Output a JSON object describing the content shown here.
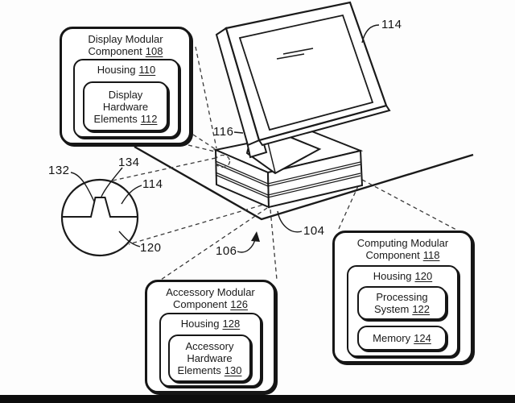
{
  "colors": {
    "ink": "#1a1a1a",
    "background": "#fdfdfd"
  },
  "labels": {
    "monitor_ref": "114",
    "hinge_ref": "116",
    "base_ref": "104",
    "device_ref": "106",
    "detail_left_ref": "132",
    "detail_top_ref": "134",
    "detail_upper_ref": "114",
    "detail_lower_ref": "120"
  },
  "callouts": {
    "display": {
      "title": [
        "Display Modular",
        "Component"
      ],
      "title_ref": "108",
      "housing_label": "Housing",
      "housing_ref": "110",
      "elements": [
        "Display",
        "Hardware",
        "Elements"
      ],
      "elements_ref": "112"
    },
    "accessory": {
      "title": [
        "Accessory Modular",
        "Component"
      ],
      "title_ref": "126",
      "housing_label": "Housing",
      "housing_ref": "128",
      "elements": [
        "Accessory",
        "Hardware",
        "Elements"
      ],
      "elements_ref": "130"
    },
    "computing": {
      "title": [
        "Computing Modular",
        "Component"
      ],
      "title_ref": "118",
      "housing_label": "Housing",
      "housing_ref": "120",
      "processing": [
        "Processing",
        "System"
      ],
      "processing_ref": "122",
      "memory_label": "Memory",
      "memory_ref": "124"
    }
  }
}
